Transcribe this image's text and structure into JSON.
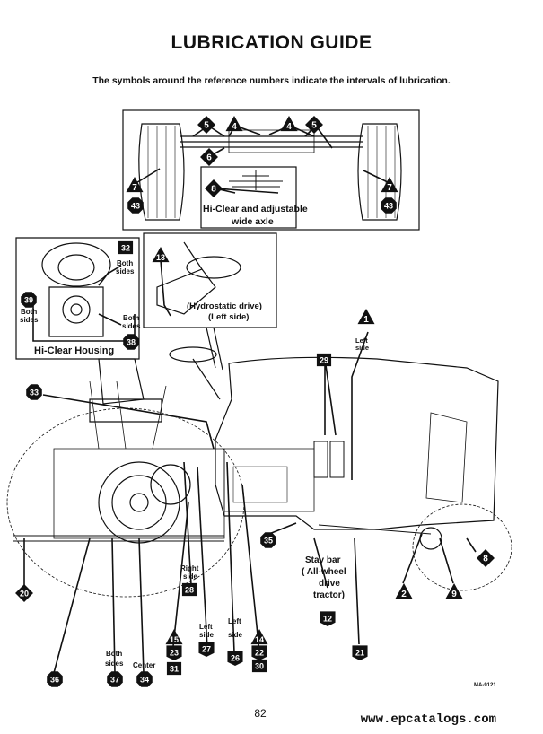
{
  "title": "LUBRICATION GUIDE",
  "subtitle": "The symbols around the reference numbers indicate the intervals of lubrication.",
  "page_number": "82",
  "website": "www.epcatalogs.com",
  "figure_code": "MA-9121",
  "labels": {
    "hi_clear_axle_1": "Hi-Clear and adjustable",
    "hi_clear_axle_2": "wide axle",
    "hydrostatic_1": "(Hydrostatic drive)",
    "hydrostatic_2": "(Left side)",
    "hi_clear_housing": "Hi-Clear Housing",
    "both_sides_32a": "Both",
    "both_sides_32b": "sides",
    "both_sides_39a": "Both",
    "both_sides_39b": "sides",
    "both_sides_38a": "Both",
    "both_sides_38b": "sides",
    "left_side_1a": "Left",
    "left_side_1b": "side",
    "stay_bar_1": "Stay bar",
    "stay_bar_2": "( All-wheel",
    "stay_bar_3": "drive",
    "stay_bar_4": "tractor)",
    "right_side_a": "Right",
    "right_side_b": "side",
    "left_side_27a": "Left",
    "left_side_27b": "side",
    "left_side_26a": "Left",
    "left_side_26b": "side",
    "both_sides_37a": "Both",
    "both_sides_37b": "sides",
    "center": "Center"
  },
  "markers": [
    {
      "id": "m5a",
      "number": "5",
      "shape": "diamond"
    },
    {
      "id": "m4a",
      "number": "4",
      "shape": "triangle"
    },
    {
      "id": "m4b",
      "number": "4",
      "shape": "triangle"
    },
    {
      "id": "m5b",
      "number": "5",
      "shape": "diamond"
    },
    {
      "id": "m6",
      "number": "6",
      "shape": "diamond"
    },
    {
      "id": "m7a",
      "number": "7",
      "shape": "triangle"
    },
    {
      "id": "m43a",
      "number": "43",
      "shape": "octagon"
    },
    {
      "id": "m8a",
      "number": "8",
      "shape": "diamond"
    },
    {
      "id": "m7b",
      "number": "7",
      "shape": "triangle"
    },
    {
      "id": "m43b",
      "number": "43",
      "shape": "octagon"
    },
    {
      "id": "m32",
      "number": "32",
      "shape": "square"
    },
    {
      "id": "m13",
      "number": "13",
      "shape": "triangle"
    },
    {
      "id": "m39",
      "number": "39",
      "shape": "octagon"
    },
    {
      "id": "m38",
      "number": "38",
      "shape": "octagon"
    },
    {
      "id": "m1",
      "number": "1",
      "shape": "triangle"
    },
    {
      "id": "m29",
      "number": "29",
      "shape": "square"
    },
    {
      "id": "m33",
      "number": "33",
      "shape": "octagon"
    },
    {
      "id": "m35",
      "number": "35",
      "shape": "octagon"
    },
    {
      "id": "m8b",
      "number": "8",
      "shape": "diamond"
    },
    {
      "id": "m12",
      "number": "12",
      "shape": "pennant"
    },
    {
      "id": "m20",
      "number": "20",
      "shape": "diamond"
    },
    {
      "id": "m28",
      "number": "28",
      "shape": "square"
    },
    {
      "id": "m2",
      "number": "2",
      "shape": "triangle"
    },
    {
      "id": "m9",
      "number": "9",
      "shape": "triangle"
    },
    {
      "id": "m15",
      "number": "15",
      "shape": "triangle"
    },
    {
      "id": "m23",
      "number": "23",
      "shape": "pennant"
    },
    {
      "id": "m31",
      "number": "31",
      "shape": "square"
    },
    {
      "id": "m27",
      "number": "27",
      "shape": "pennant"
    },
    {
      "id": "m26",
      "number": "26",
      "shape": "pennant"
    },
    {
      "id": "m14",
      "number": "14",
      "shape": "triangle"
    },
    {
      "id": "m22",
      "number": "22",
      "shape": "pennant"
    },
    {
      "id": "m30",
      "number": "30",
      "shape": "square"
    },
    {
      "id": "m21",
      "number": "21",
      "shape": "pennant"
    },
    {
      "id": "m36",
      "number": "36",
      "shape": "octagon"
    },
    {
      "id": "m37",
      "number": "37",
      "shape": "octagon"
    },
    {
      "id": "m34",
      "number": "34",
      "shape": "octagon"
    }
  ]
}
